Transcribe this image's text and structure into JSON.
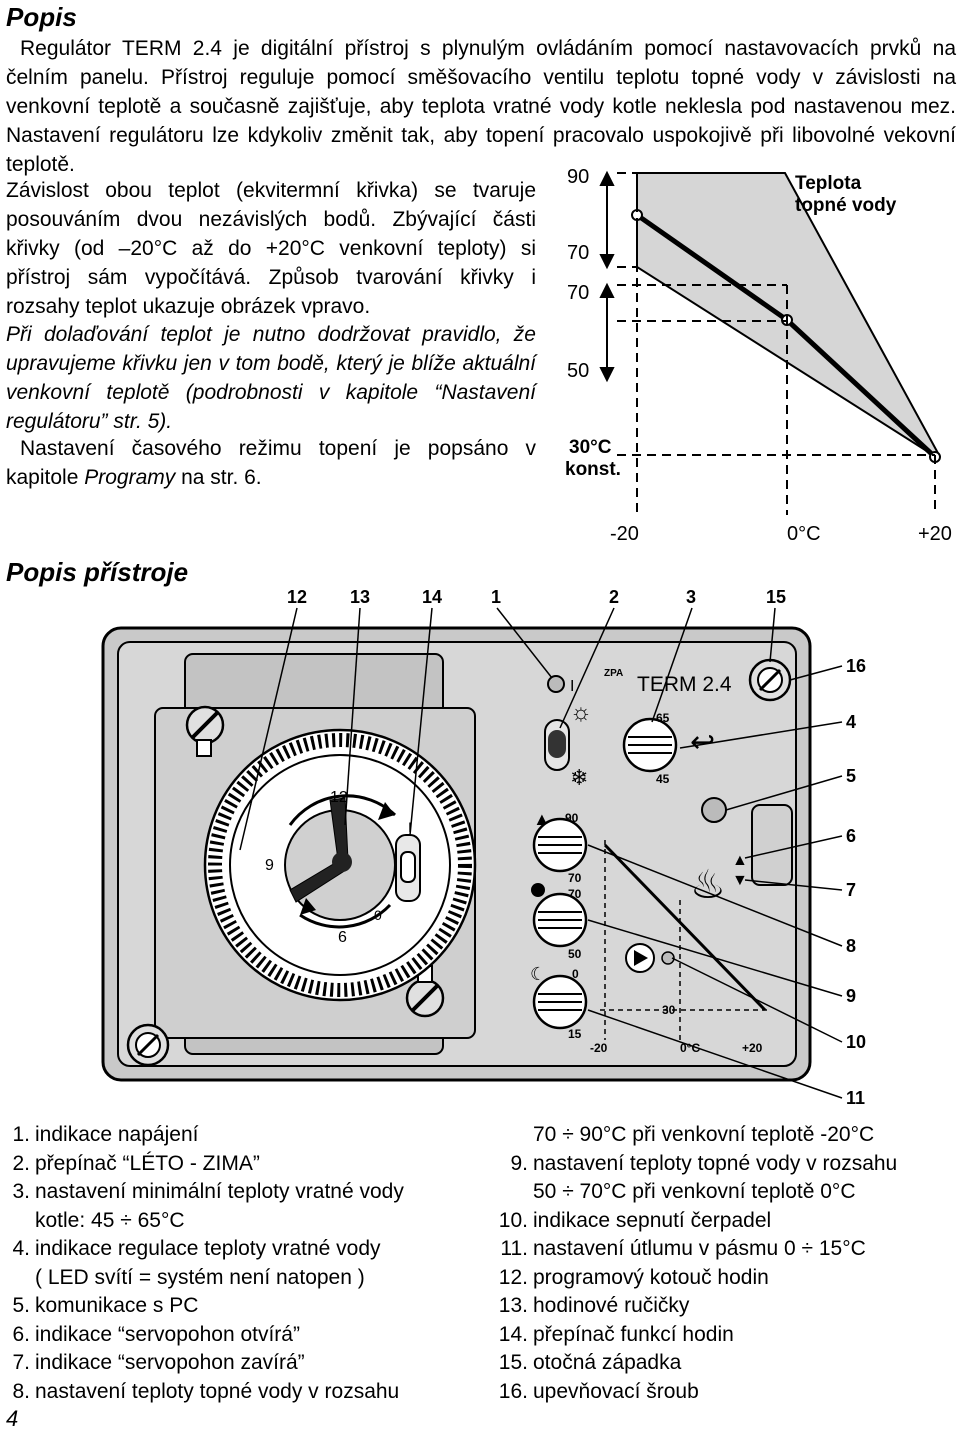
{
  "heading_popis": "Popis",
  "intro": "Regulátor TERM 2.4 je digitální přístroj s plynulým ovládáním pomocí nastavovacích prvků na čelním panelu. Přístroj reguluje pomocí směšovacího ventilu teplotu topné vody v závislosti na venkovní teplotě a současně zajišťuje, aby teplota vratné vody kotle neklesla pod nastavenou mez. Nastavení regulátoru lze kdykoliv změnit tak, aby topení pracovalo uspokojivě při libovolné vekovní teplotě.",
  "para2": "Závislost obou teplot (ekvitermní křivka) se tvaruje posouváním dvou nezávislých bodů. Zbývající části křivky (od –20°C až do +20°C venkovní teploty) si přístroj sám vypočítává. Způsob tvarování křivky i rozsahy teplot ukazuje obrázek vpravo.",
  "para3": "Při dolaďování teplot je nutno dodržovat pravidlo, že upravujeme křivku jen v tom bodě, který je blíže aktuální venkovní teplotě (podrobnosti v kapitole “Nastavení regulátoru” str. 5).",
  "para4_a": "Nastavení časového režimu topení je popsáno v kapitole ",
  "para4_b": "Programy",
  "para4_c": " na str. 6.",
  "graph": {
    "y90": "90",
    "y70a": "70",
    "y70b": "70",
    "y50": "50",
    "y30": "30°C",
    "konst": "konst.",
    "xm20": "-20",
    "x0": "0°C",
    "xp20": "+20",
    "label1": "Teplota",
    "label2": "topné vody"
  },
  "heading_device": "Popis přístroje",
  "device": {
    "callouts_top": [
      "12",
      "13",
      "14",
      "1",
      "2",
      "3",
      "15"
    ],
    "callouts_right": [
      "16",
      "4",
      "5",
      "6",
      "7",
      "8",
      "9",
      "10",
      "11"
    ],
    "brand": "TERM 2.4",
    "logo": "ZPA",
    "k65": "65",
    "k45": "45",
    "k90": "90",
    "k70a": "70",
    "k70b": "70",
    "k50": "50",
    "k0": "0",
    "k15": "15",
    "g30": "30",
    "gm20": "-20",
    "g0": "0°C",
    "gp20": "+20",
    "clk12": "12",
    "clk9": "9",
    "clk6": "6",
    "clk0": "0",
    "clkI": "I",
    "led_i": "I"
  },
  "legend_left": [
    {
      "n": "1.",
      "t": "indikace napájení"
    },
    {
      "n": "2.",
      "t": "přepínač “LÉTO - ZIMA”"
    },
    {
      "n": "3.",
      "t": "nastavení minimální teploty vratné vody"
    },
    {
      "n": "",
      "t": "kotle: 45 ÷ 65°C"
    },
    {
      "n": "4.",
      "t": "indikace regulace teploty vratné vody"
    },
    {
      "n": "",
      "t": "( LED svítí = systém není natopen )"
    },
    {
      "n": "5.",
      "t": "komunikace s PC"
    },
    {
      "n": "6.",
      "t": "indikace “servopohon otvírá”"
    },
    {
      "n": "7.",
      "t": "indikace “servopohon zavírá”"
    },
    {
      "n": "8.",
      "t": "nastavení teploty topné vody v rozsahu"
    }
  ],
  "legend_right": [
    {
      "n": "",
      "t": "70 ÷ 90°C při venkovní teplotě -20°C"
    },
    {
      "n": "9.",
      "t": "nastavení teploty topné vody v rozsahu"
    },
    {
      "n": "",
      "t": "50 ÷ 70°C při venkovní teplotě 0°C"
    },
    {
      "n": "10.",
      "t": "indikace sepnutí čerpadel"
    },
    {
      "n": "11.",
      "t": "nastavení útlumu v pásmu 0 ÷ 15°C"
    },
    {
      "n": "12.",
      "t": "programový kotouč hodin"
    },
    {
      "n": "13.",
      "t": "hodinové ručičky"
    },
    {
      "n": "14.",
      "t": "přepínač funkcí hodin"
    },
    {
      "n": "15.",
      "t": "otočná západka"
    },
    {
      "n": "16.",
      "t": "upevňovací šroub"
    }
  ],
  "page_number": "4"
}
